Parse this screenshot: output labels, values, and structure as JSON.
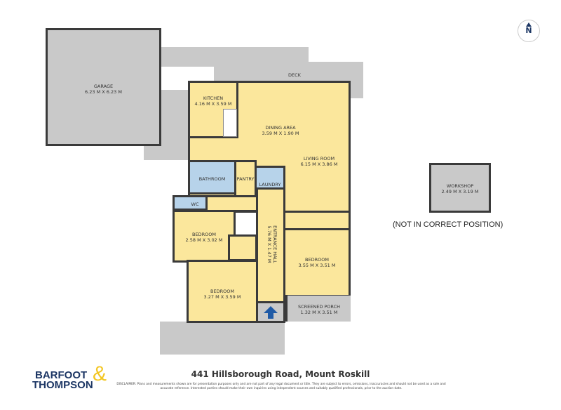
{
  "address": "441 Hillsborough Road, Mount Roskill",
  "disclaimer": "DISCLAIMER: Plans and measurements shown are for presentation purposes only and are not part of any legal document or title. They are subject to errors, omissions, inaccuracies and should not be used as a sole and accurate reference. Interested parties should make their own inquiries using independent sources and suitably qualified professionals, prior to the auction date.",
  "brand": {
    "line1": "BARFOOT",
    "line2": "THOMPSON",
    "amp": "&",
    "navy": "#1c3664",
    "gold": "#f3c623"
  },
  "compass": {
    "label": "N",
    "icon": "north-arrow-icon"
  },
  "note": "(NOT IN CORRECT POSITION)",
  "colors": {
    "room": "#fbe79c",
    "wet": "#b7d3ea",
    "outdoor": "#c9c9c9",
    "wall": "#3a3a3a",
    "entry_arrow": "#1f5aa6"
  },
  "rooms": {
    "garage": {
      "name": "GARAGE",
      "size": "6.23 M X 6.23 M"
    },
    "deck": {
      "name": "DECK"
    },
    "kitchen": {
      "name": "KITCHEN",
      "size": "4.16 M X 3.59 M"
    },
    "dining": {
      "name": "DINING AREA",
      "size": "3.59 M X 1.90 M"
    },
    "living": {
      "name": "LIVING ROOM",
      "size": "6.15 M X 3.86 M"
    },
    "bathroom": {
      "name": "BATHROOM"
    },
    "pantry": {
      "name": "PANTRY"
    },
    "laundry": {
      "name": "LAUNDRY"
    },
    "wc": {
      "name": "WC"
    },
    "bedroom1": {
      "name": "BEDROOM",
      "size": "2.58 M X 3.02 M"
    },
    "bedroom2": {
      "name": "BEDROOM",
      "size": "3.27 M X 3.59 M"
    },
    "bedroom3": {
      "name": "BEDROOM",
      "size": "3.55 M X 3.51 M"
    },
    "hall": {
      "name": "ENTRANCE HALL",
      "size": "5.76 M X 1.47 M"
    },
    "porch": {
      "name": "SCREENED PORCH",
      "size": "1.32 M X 3.51 M"
    },
    "workshop": {
      "name": "WORKSHOP",
      "size": "2.49 M X 3.19 M"
    }
  }
}
